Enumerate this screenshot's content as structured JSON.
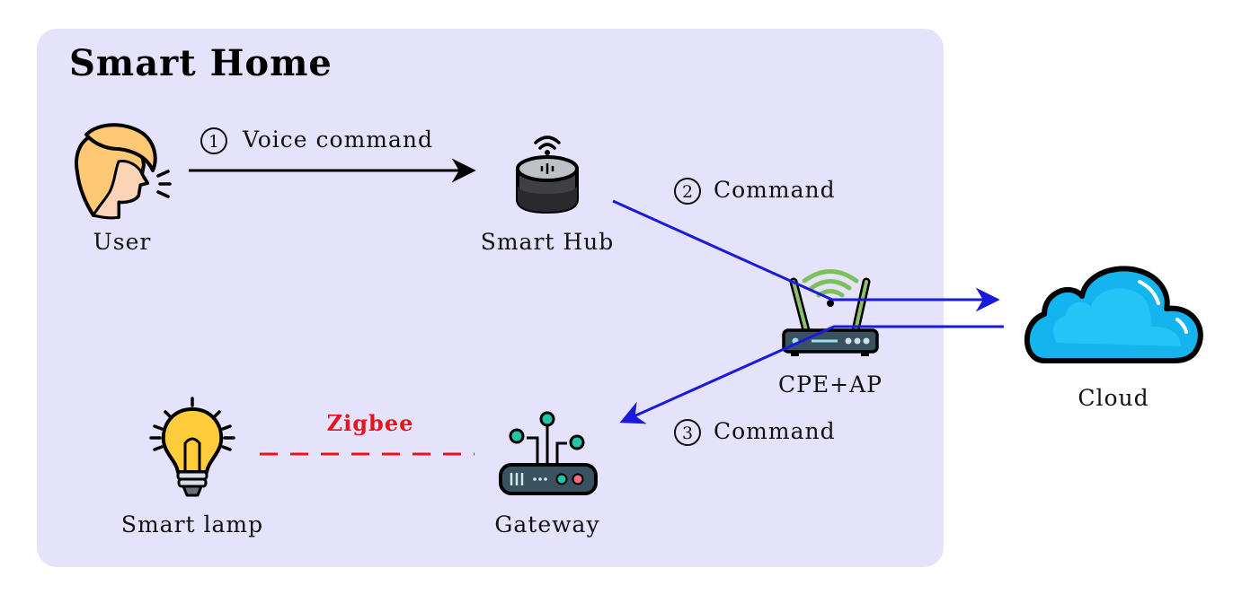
{
  "title": "Smart Home",
  "nodes": {
    "user": "User",
    "hub": "Smart Hub",
    "router": "CPE+AP",
    "cloud": "Cloud",
    "lamp": "Smart lamp",
    "gateway": "Gateway"
  },
  "edges": {
    "voice": {
      "marker": "1",
      "label": "Voice command"
    },
    "command_up": {
      "marker": "2",
      "label": "Command"
    },
    "command_down": {
      "marker": "3",
      "label": "Command"
    },
    "zigbee": "Zigbee"
  },
  "colors": {
    "panel": "#e5e3fc",
    "flow_blue": "#1a1adc",
    "zigbee_red": "#e8141c",
    "cloud_fill": "#14b4ee"
  }
}
